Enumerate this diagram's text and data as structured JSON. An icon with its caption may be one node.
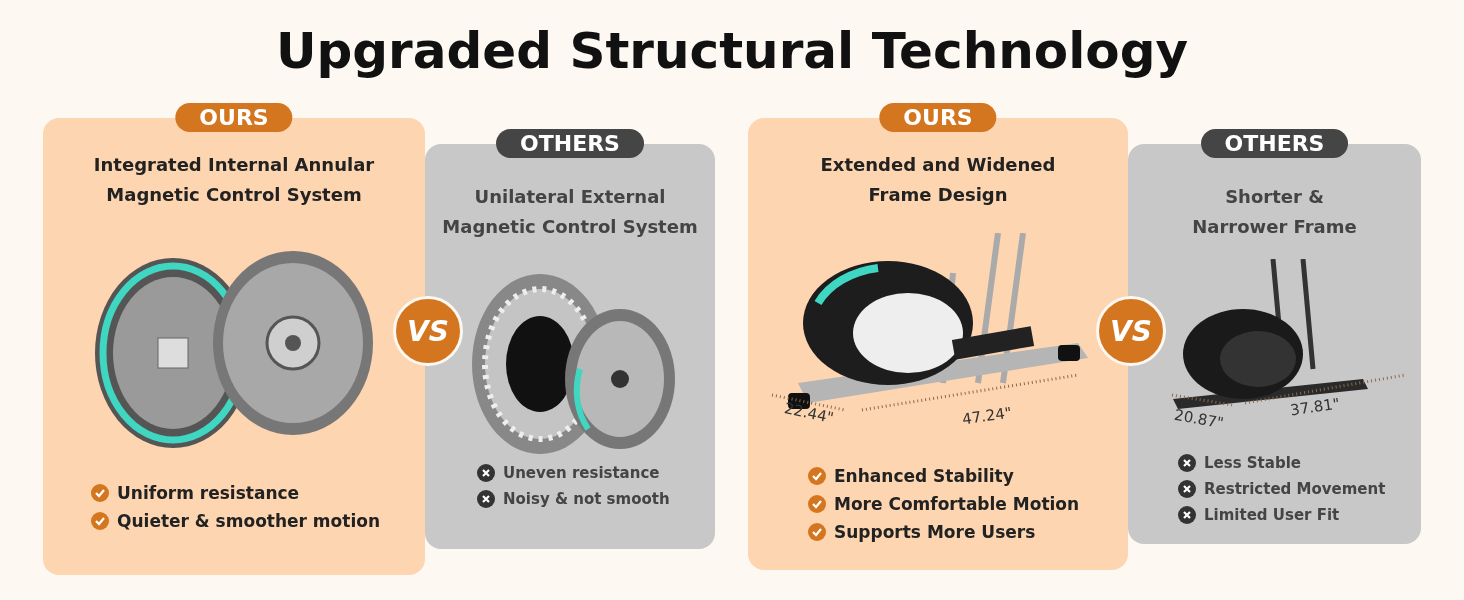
{
  "diagram": {
    "title": "Upgraded Structural Technology",
    "nodes": [
      {
        "text": [
          "OURS",
          "Integrated Internal Annular Magnetic Control System",
          "Uniform resistance",
          "Quieter & smoother motion"
        ]
      },
      {
        "text": [],
        "shape": "picture",
        "in": 0
      },
      {
        "text": [
          "OTHERS",
          "Unilateral External Magnetic Control System",
          "Uneven resistance",
          "Noisy & not smooth"
        ]
      },
      {
        "text": [],
        "shape": "picture",
        "in": 2
      },
      {
        "text": [
          "VS"
        ]
      },
      {
        "text": [
          "OURS",
          "Extended and Widened Frame Design",
          "Enhanced Stability",
          "More Comfortable Motion",
          "Supports More Users"
        ]
      },
      {
        "text": [],
        "shape": "picture",
        "in": 5
      },
      {
        "text": [
          "OTHERS",
          "Shorter & Narrower Frame",
          "Less Stable",
          "Restricted Movement",
          "Limited User Fit"
        ]
      },
      {
        "text": [],
        "shape": "picture",
        "in": 7
      },
      {
        "text": [
          "VS"
        ]
      }
    ],
    "labels": [
      "22.44\"",
      "47.24\"",
      "20.87\"",
      "37.81\""
    ]
  }
}
